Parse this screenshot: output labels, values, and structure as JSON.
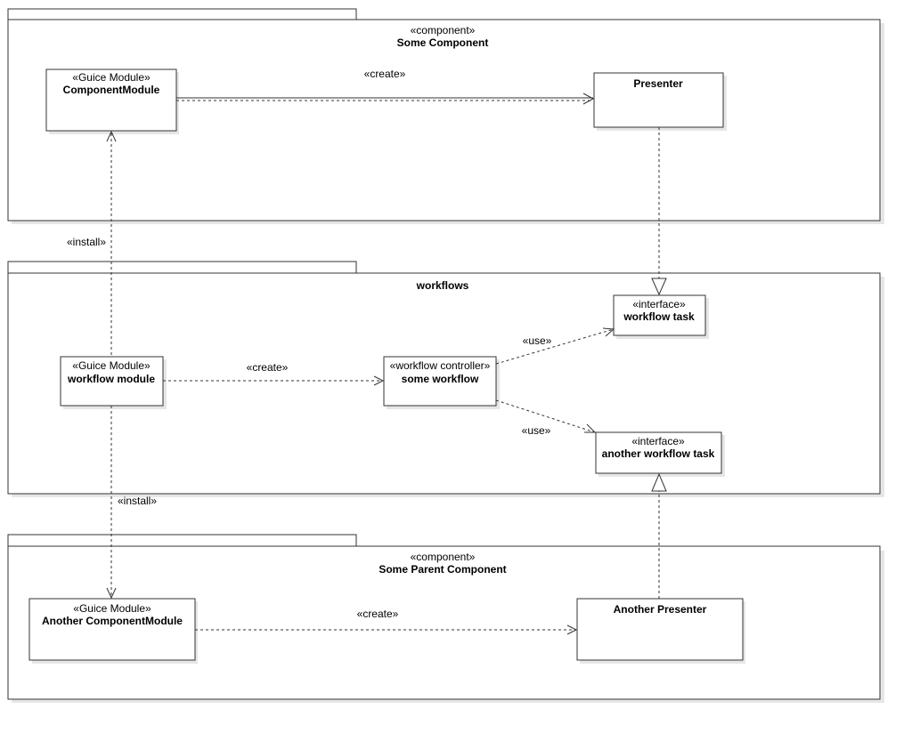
{
  "packages": {
    "some_component": {
      "stereotype": "«component»",
      "name": "Some Component"
    },
    "workflows": {
      "name": "workflows"
    },
    "some_parent_component": {
      "stereotype": "«component»",
      "name": "Some Parent Component"
    }
  },
  "nodes": {
    "component_module": {
      "stereotype": "«Guice Module»",
      "name": "ComponentModule"
    },
    "presenter": {
      "name": "Presenter"
    },
    "workflow_task": {
      "stereotype": "«interface»",
      "name": "workflow task"
    },
    "workflow_module": {
      "stereotype": "«Guice Module»",
      "name": "workflow module"
    },
    "some_workflow": {
      "stereotype": "«workflow controller»",
      "name": "some workflow"
    },
    "another_workflow_task": {
      "stereotype": "«interface»",
      "name": "another workflow task"
    },
    "another_component_module": {
      "stereotype": "«Guice Module»",
      "name": "Another ComponentModule"
    },
    "another_presenter": {
      "name": "Another Presenter"
    }
  },
  "edges": {
    "create_top": "«create»",
    "install_top": "«install»",
    "create_mid": "«create»",
    "use_top": "«use»",
    "use_bottom": "«use»",
    "install_bottom": "«install»",
    "create_bottom": "«create»"
  }
}
